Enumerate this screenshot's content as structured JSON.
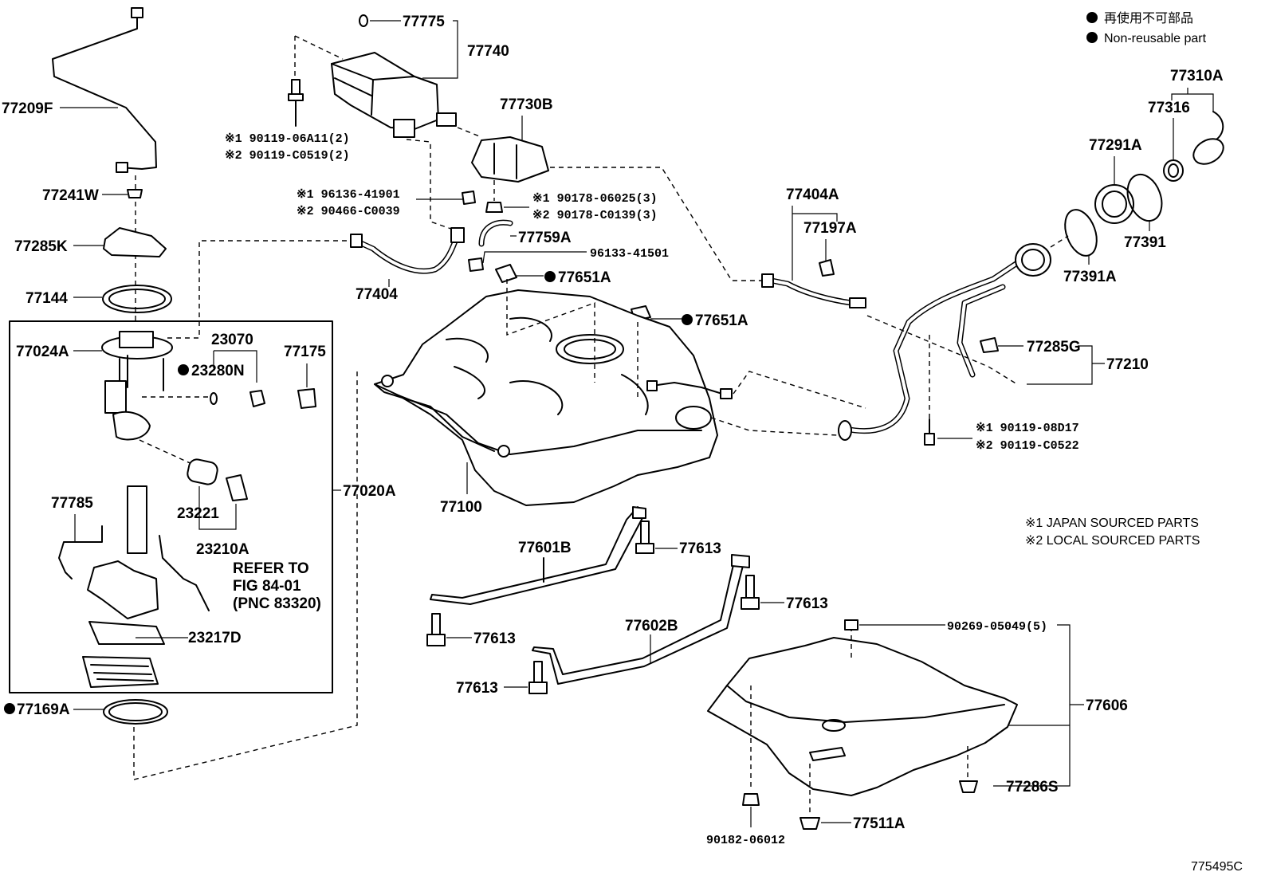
{
  "legend": {
    "jp": "再使用不可部品",
    "en": "Non-reusable part"
  },
  "sourcing": {
    "note1": "※1 JAPAN SOURCED PARTS",
    "note2": "※2 LOCAL SOURCED PARTS"
  },
  "parts": {
    "p77775": "77775",
    "p77740": "77740",
    "p77209F": "77209F",
    "p77241W": "77241W",
    "p77285K": "77285K",
    "p77144": "77144",
    "p77024A": "77024A",
    "p23070": "23070",
    "p23280N": "23280N",
    "p77175": "77175",
    "p77020A": "77020A",
    "p77785": "77785",
    "p23221": "23221",
    "p23210A": "23210A",
    "p23217D": "23217D",
    "p77169A": "77169A",
    "p77730B": "77730B",
    "p77759A": "77759A",
    "p96133_41501": "96133-41501",
    "p77651A_1": "77651A",
    "p77651A_2": "77651A",
    "p77404": "77404",
    "p77100": "77100",
    "p77404A": "77404A",
    "p77197A": "77197A",
    "p77310A": "77310A",
    "p77316": "77316",
    "p77291A": "77291A",
    "p77391": "77391",
    "p77391A": "77391A",
    "p77285G": "77285G",
    "p77210": "77210",
    "p77601B": "77601B",
    "p77613_a": "77613",
    "p77613_b": "77613",
    "p77613_c": "77613",
    "p77613_d": "77613",
    "p77602B": "77602B",
    "p90269": "90269-05049(5)",
    "p77606": "77606",
    "p77286S": "77286S",
    "p77511A": "77511A",
    "p90182": "90182-06012"
  },
  "callouts": {
    "c90119_06A11": "※1 90119-06A11(2)",
    "c90119_C0519": "※2 90119-C0519(2)",
    "c96136": "※1 96136-41901",
    "c90466": "※2 90466-C0039",
    "c90178_06025": "※1 90178-06025(3)",
    "c90178_C0139": "※2 90178-C0139(3)",
    "c90119_08D17": "※1 90119-08D17",
    "c90119_C0522": "※2 90119-C0522"
  },
  "refer": {
    "line1": "REFER TO",
    "line2": "FIG 84-01",
    "line3": "(PNC 83320)"
  },
  "figure_id": "775495C"
}
